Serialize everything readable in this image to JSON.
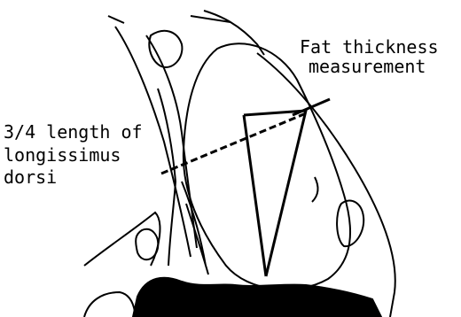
{
  "labels": {
    "fat_thickness_line1": "Fat thickness",
    "fat_thickness_line2": "measurement",
    "length_line1": "3/4 length of",
    "length_line2": "longissimus",
    "length_line3": "dorsi"
  },
  "colors": {
    "ink": "#000000",
    "paper": "#ffffff"
  }
}
